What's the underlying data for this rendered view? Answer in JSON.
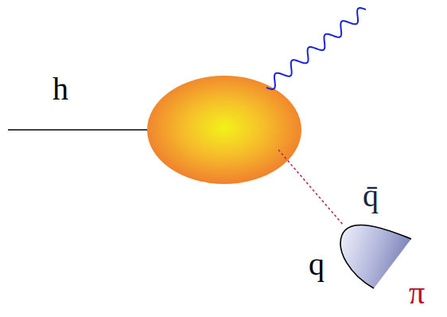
{
  "diagram": {
    "labels": [
      "h",
      "q̄",
      "q",
      "π"
    ]
  }
}
